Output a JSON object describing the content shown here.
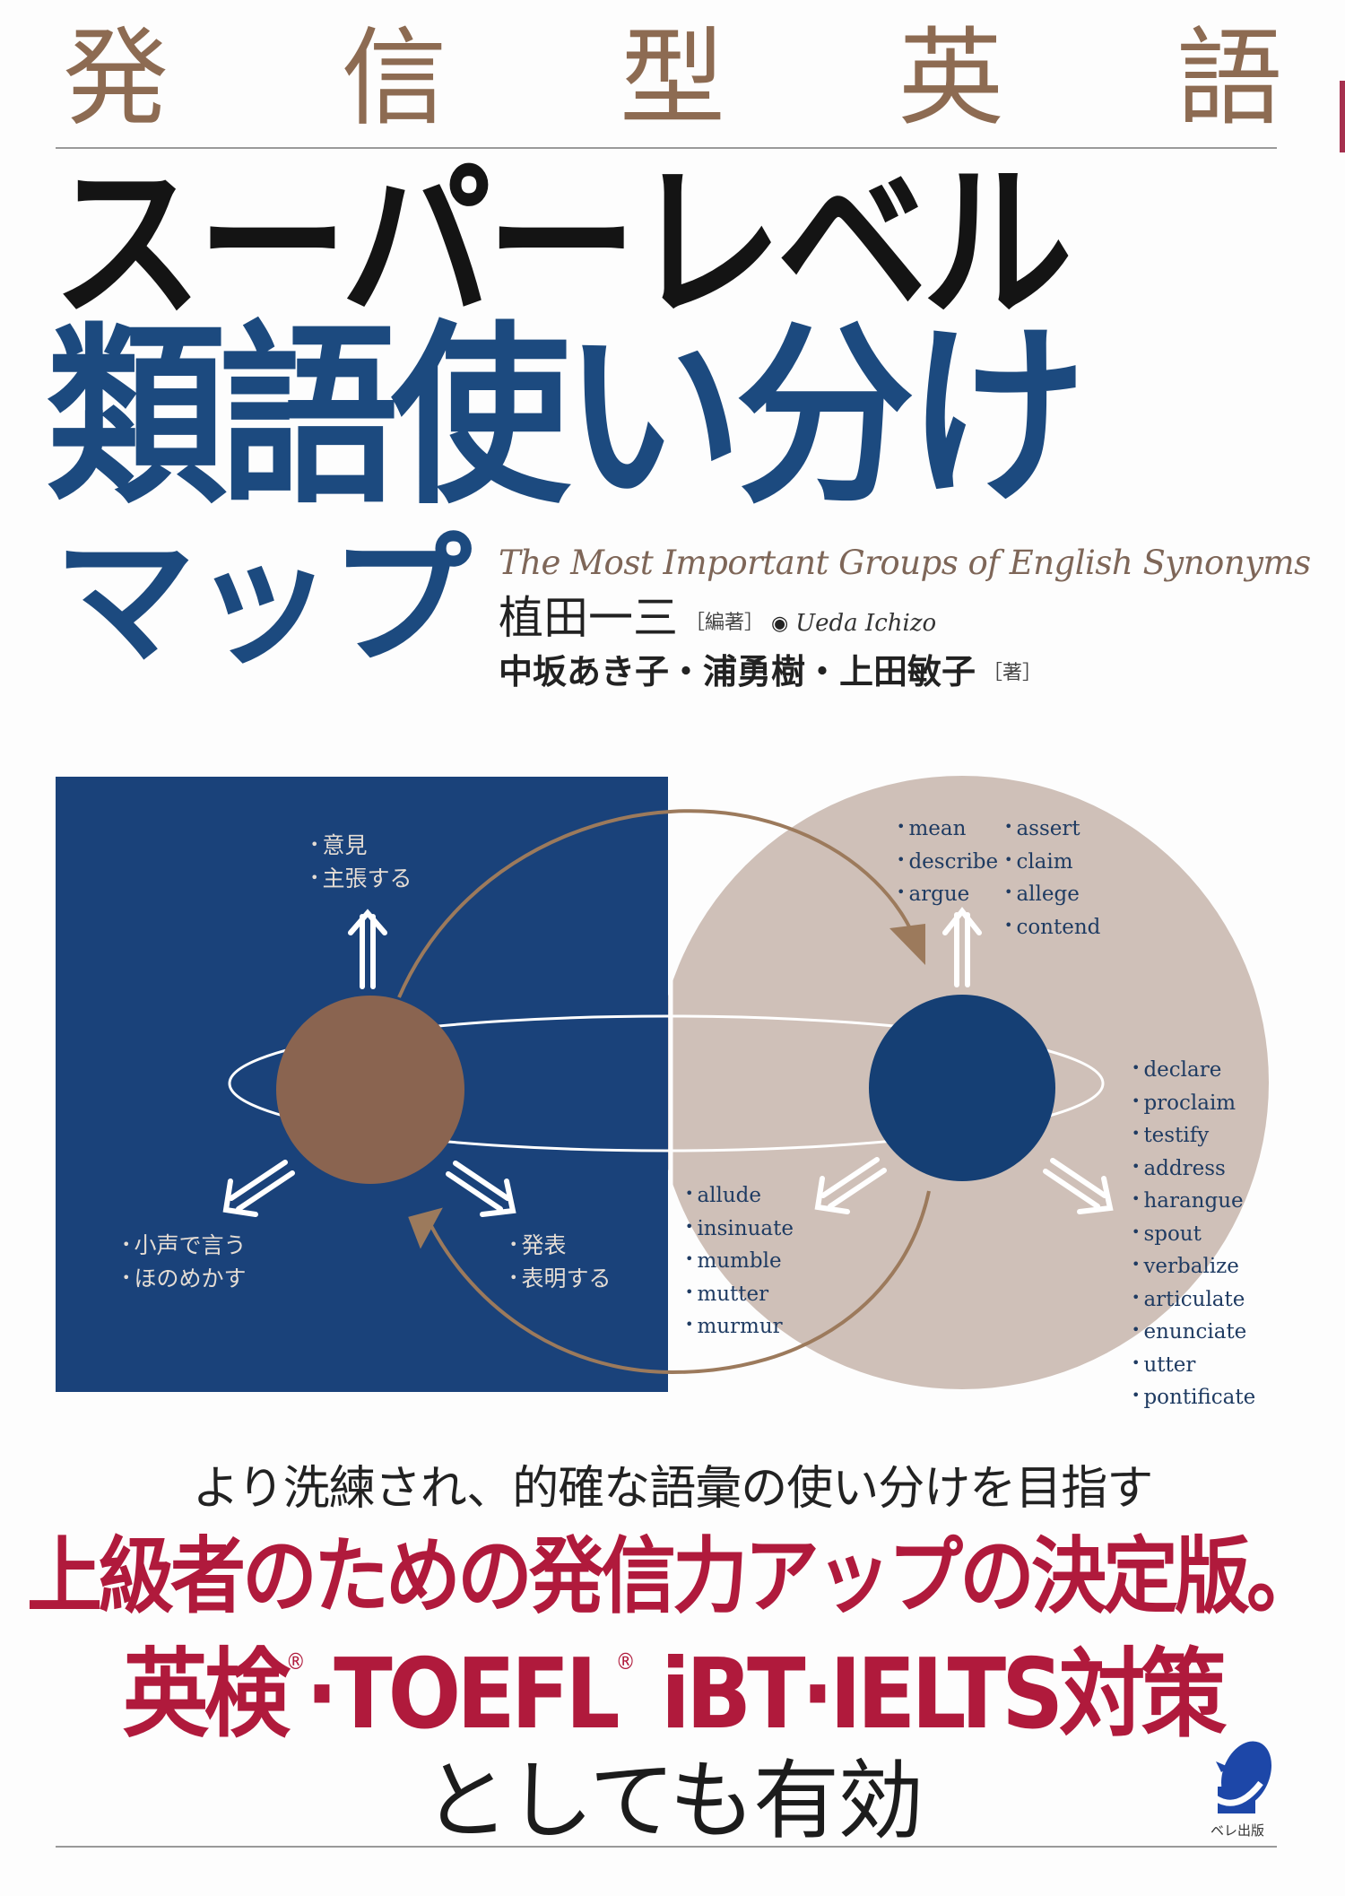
{
  "cover": {
    "series_title": [
      "発",
      "信",
      "型",
      "英",
      "語"
    ],
    "title_line1": "スーパーレベル",
    "title_line2": "類語使い分け",
    "title_line3": "マップ",
    "subtitle_en": "The Most Important Groups of English Synonyms",
    "editor": {
      "name": "植田一三",
      "role": "［編著］",
      "separator": "◉",
      "romaji": "Ueda Ichizo"
    },
    "authors": {
      "names": "中坂あき子・浦勇樹・上田敏子",
      "role": "［著］"
    }
  },
  "diagram": {
    "colors": {
      "navy": "#1a427a",
      "brown": "#8a6450",
      "beige": "#cfc0b8",
      "arrow_brown": "#9c7a5c",
      "white": "#ffffff"
    },
    "left_panel": {
      "up_labels": [
        "意見",
        "主張する"
      ],
      "down_left_labels": [
        "小声で言う",
        "ほのめかす"
      ],
      "down_right_labels": [
        "発表",
        "表明する"
      ]
    },
    "right_panel": {
      "up_col1": [
        "mean",
        "describe",
        "argue"
      ],
      "up_col2": [
        "assert",
        "claim",
        "allege",
        "contend"
      ],
      "down_left": [
        "allude",
        "insinuate",
        "mumble",
        "mutter",
        "murmur"
      ],
      "down_right": [
        "declare",
        "proclaim",
        "testify",
        "address",
        "harangue",
        "spout",
        "verbalize",
        "articulate",
        "enunciate",
        "utter",
        "pontificate"
      ]
    }
  },
  "promo": {
    "tagline": "より洗練され、的確な語彙の使い分けを目指す",
    "headline1": "上級者のための発信力アップの決定版。",
    "headline2_a": "英検",
    "headline2_reg1": "®",
    "headline2_b": "·TOEFL",
    "headline2_reg2": "®",
    "headline2_c": " iBT·IELTS対策",
    "headline3": "としても有効"
  },
  "publisher": {
    "name": "ベレ出版",
    "logo_color": "#1d47a8"
  }
}
